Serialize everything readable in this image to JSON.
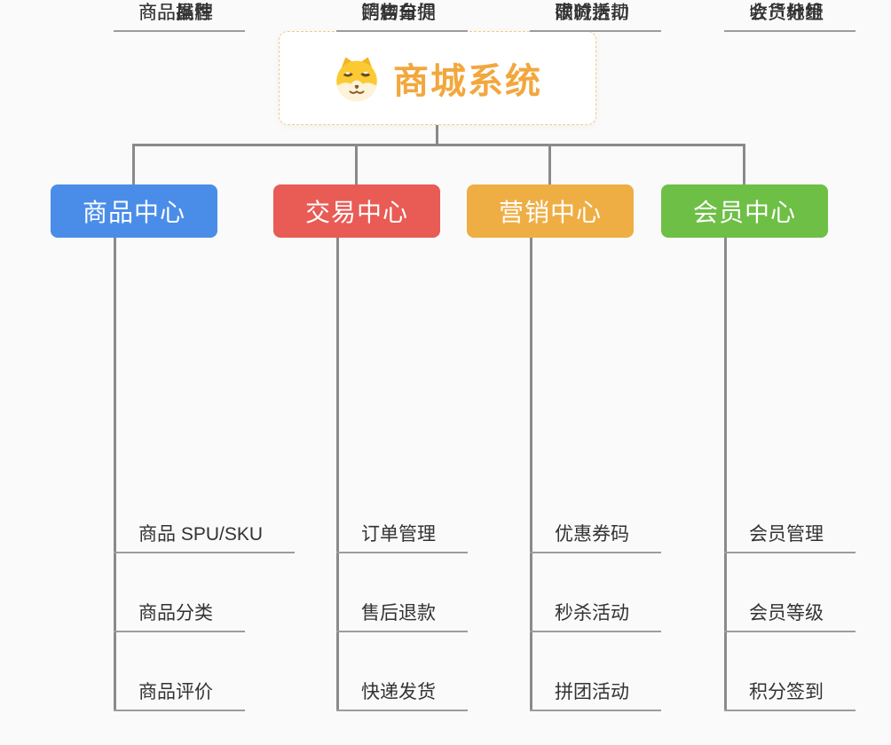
{
  "root": {
    "title": "商城系统",
    "icon": "shiba-dog-face-icon",
    "title_color": "#f2a73d",
    "border_color": "#f6c883"
  },
  "connector_color": "#8a8a8a",
  "underline_color": "#9c9c9c",
  "background_color": "#fafafa",
  "branches": [
    {
      "label": "商品中心",
      "color": "#4a8de9",
      "children": [
        "商品 SPU/SKU",
        "商品分类",
        "商品评价",
        "商品属性",
        "商品推荐",
        "商品品牌"
      ]
    },
    {
      "label": "交易中心",
      "color": "#e95b55",
      "children": [
        "订单管理",
        "售后退款",
        "快递发货",
        "门店自提",
        "购物车",
        "销售分佣"
      ]
    },
    {
      "label": "营销中心",
      "color": "#eeae44",
      "children": [
        "优惠券码",
        "秒杀活动",
        "拼团活动",
        "砍价活动",
        "限时折扣",
        "满减送"
      ]
    },
    {
      "label": "会员中心",
      "color": "#6ebf45",
      "children": [
        "会员管理",
        "会员等级",
        "积分签到",
        "会员标签",
        "会员分组",
        "收货地址"
      ]
    }
  ]
}
